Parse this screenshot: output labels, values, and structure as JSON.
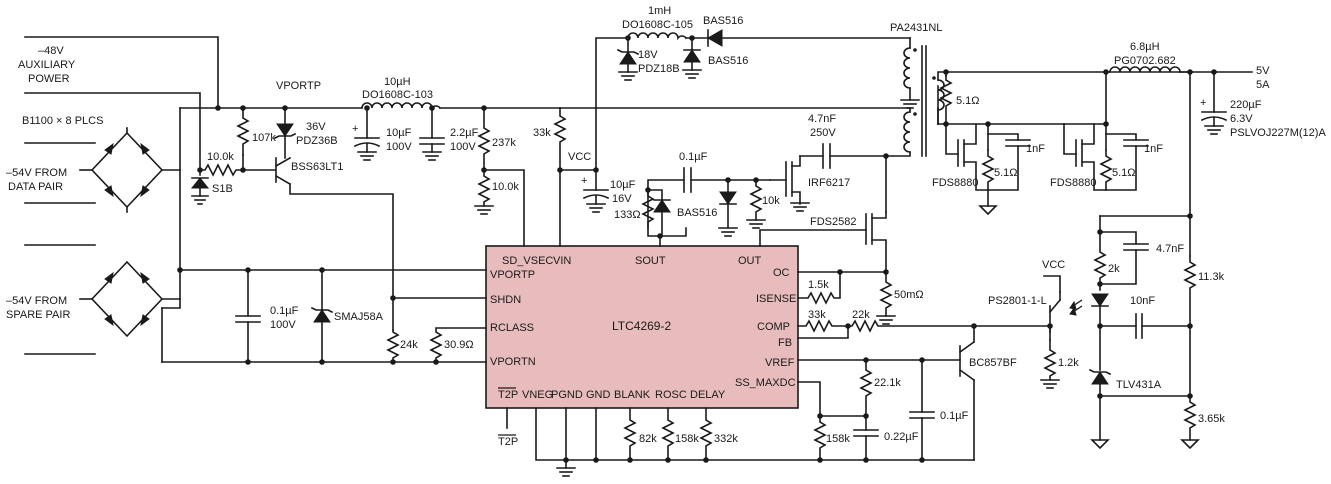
{
  "ic": {
    "name": "LTC4269-2",
    "pins": {
      "sd_vsec": "SD_VSEC",
      "vin": "VIN",
      "sout": "SOUT",
      "out": "OUT",
      "vportp": "VPORTP",
      "shdn": "SHDN",
      "rclass": "RCLASS",
      "vportn": "VPORTN",
      "oc": "OC",
      "isense": "ISENSE",
      "comp": "COMP",
      "fb": "FB",
      "vref": "VREF",
      "ss_maxdc": "SS_MAXDC",
      "t2p": "T2P",
      "vneg": "VNEG",
      "pgnd": "PGND",
      "gnd": "GND",
      "blank": "BLANK",
      "rosc": "ROSC",
      "delay": "DELAY"
    }
  },
  "inputs": {
    "aux_line1": "–48V",
    "aux_line2": "AUXILIARY",
    "aux_line3": "POWER",
    "bridge": "B1100 × 8 PLCS",
    "data_line1": "–54V FROM",
    "data_line2": "DATA PAIR",
    "spare_line1": "–54V FROM",
    "spare_line2": "SPARE PAIR"
  },
  "net_labels": {
    "vportp": "VPORTP",
    "vcc": "VCC",
    "vcc_opto": "VCC",
    "t2p": "T2P"
  },
  "components": {
    "r107k": "107k",
    "z36v_1": "36V",
    "z36v_2": "PDZ36B",
    "q_bss": "BSS63LT1",
    "r10k_top": "10.0k",
    "d_s1b": "S1B",
    "l10u_1": "10µH",
    "l10u_2": "DO1608C-103",
    "c10u_1": "10µF",
    "c10u_2": "100V",
    "c2u2_1": "2.2µF",
    "c2u2_2": "100V",
    "r237k": "237k",
    "r10k_div": "10.0k",
    "r33k_vcc": "33k",
    "c10u_vcc_1": "10µF",
    "c10u_vcc_2": "16V",
    "l1m_1": "1mH",
    "l1m_2": "DO1608C-105",
    "z18v_1": "18V",
    "z18v_2": "PDZ18B",
    "d_bas_top": "BAS516",
    "d_bas_top2": "BAS516",
    "transformer": "PA2431NL",
    "c01u_gate": "0.1µF",
    "r133": "133Ω",
    "d_bas_sout": "BAS516",
    "r10k_gate": "10k",
    "q_irf": "IRF6217",
    "c47n_1": "4.7nF",
    "c47n_2": "250V",
    "q_fds2582": "FDS2582",
    "r50m": "50mΩ",
    "r1k5": "1.5k",
    "r33k_comp": "33k",
    "r22k_fb": "22k",
    "c01u_in_1": "0.1µF",
    "c01u_in_2": "100V",
    "z_smaj": "SMAJ58A",
    "r24k": "24k",
    "r30k9": "30.9Ω",
    "r82k": "82k",
    "r158k_osc": "158k",
    "r332k": "332k",
    "r158k_ss": "158k",
    "c022u": "0.22µF",
    "r22k1": "22.1k",
    "c01u_ss": "0.1µF",
    "q_bc857": "BC857BF",
    "r5r1_top": "5.1Ω",
    "c1n_a": "1nF",
    "r5r1_a": "5.1Ω",
    "c1n_b": "1nF",
    "r5r1_b": "5.1Ω",
    "q_fds8880_a": "FDS8880",
    "q_fds8880_b": "FDS8880",
    "l6u8_1": "6.8µH",
    "l6u8_2": "PG0702.682",
    "out_v": "5V",
    "out_a": "5A",
    "c220u_1": "220µF",
    "c220u_2": "6.3V",
    "c220u_3": "PSLVOJ227M(12)A",
    "r2k": "2k",
    "c47n_fb": "4.7nF",
    "r11k3": "11.3k",
    "opto": "PS2801-1-L",
    "c10n": "10nF",
    "r1k2": "1.2k",
    "tlv": "TLV431A",
    "r3k65": "3.65k"
  }
}
